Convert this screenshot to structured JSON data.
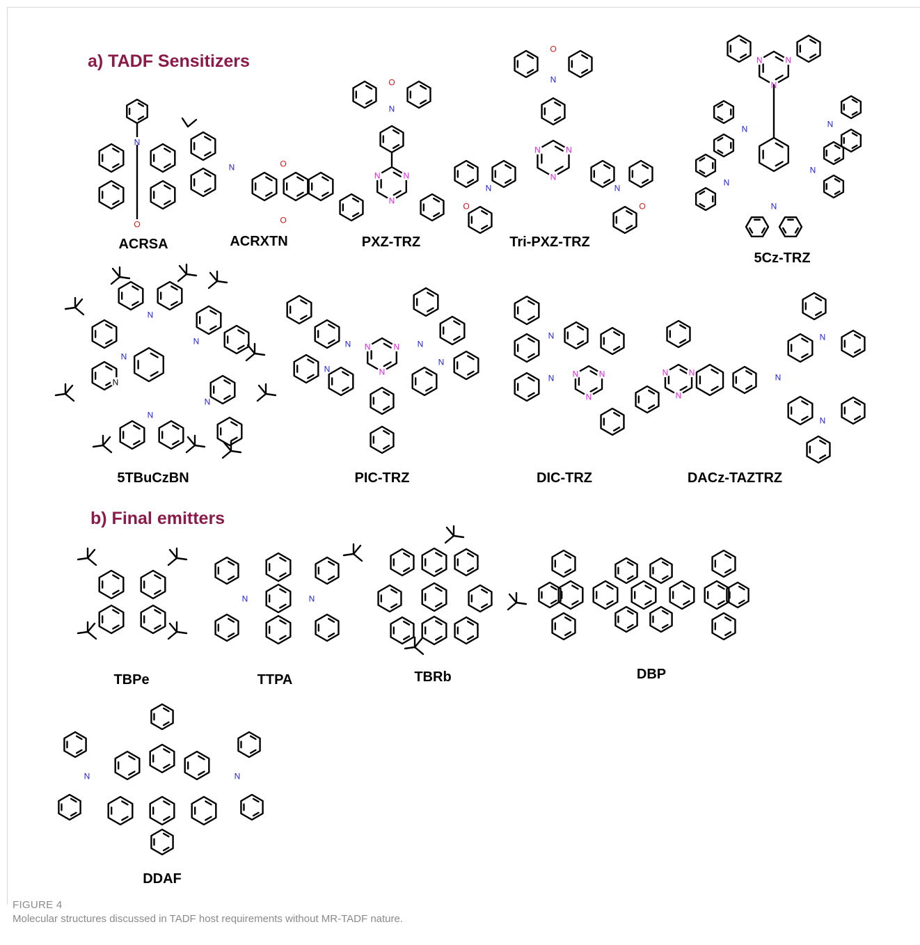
{
  "sections": {
    "a": "a) TADF Sensitizers",
    "b": "b) Final emitters"
  },
  "molecules": {
    "acrsa": "ACRSA",
    "acrxtn": "ACRXTN",
    "pxz_trz": "PXZ-TRZ",
    "tri_pxz_trz": "Tri-PXZ-TRZ",
    "cz5_trz": "5Cz-TRZ",
    "tbucbn": "5TBuCzBN",
    "pic_trz": "PIC-TRZ",
    "dic_trz": "DIC-TRZ",
    "dacz_taztrz": "DACz-TAZTRZ",
    "tbpe": "TBPe",
    "ttpa": "TTPA",
    "tbrb": "TBRb",
    "dbp": "DBP",
    "ddaf": "DDAF"
  },
  "atoms": {
    "N": "N",
    "O": "O"
  },
  "caption": {
    "figure": "FIGURE 4",
    "text": "Molecular structures discussed in TADF host requirements without MR-TADF nature."
  },
  "colors": {
    "title": "#8b1a4a",
    "nitrogen": "#1f1fd6",
    "triazine_nitrogen": "#e11ee1",
    "oxygen": "#e01010",
    "bond": "#000000",
    "caption": "#8a8a8a"
  }
}
